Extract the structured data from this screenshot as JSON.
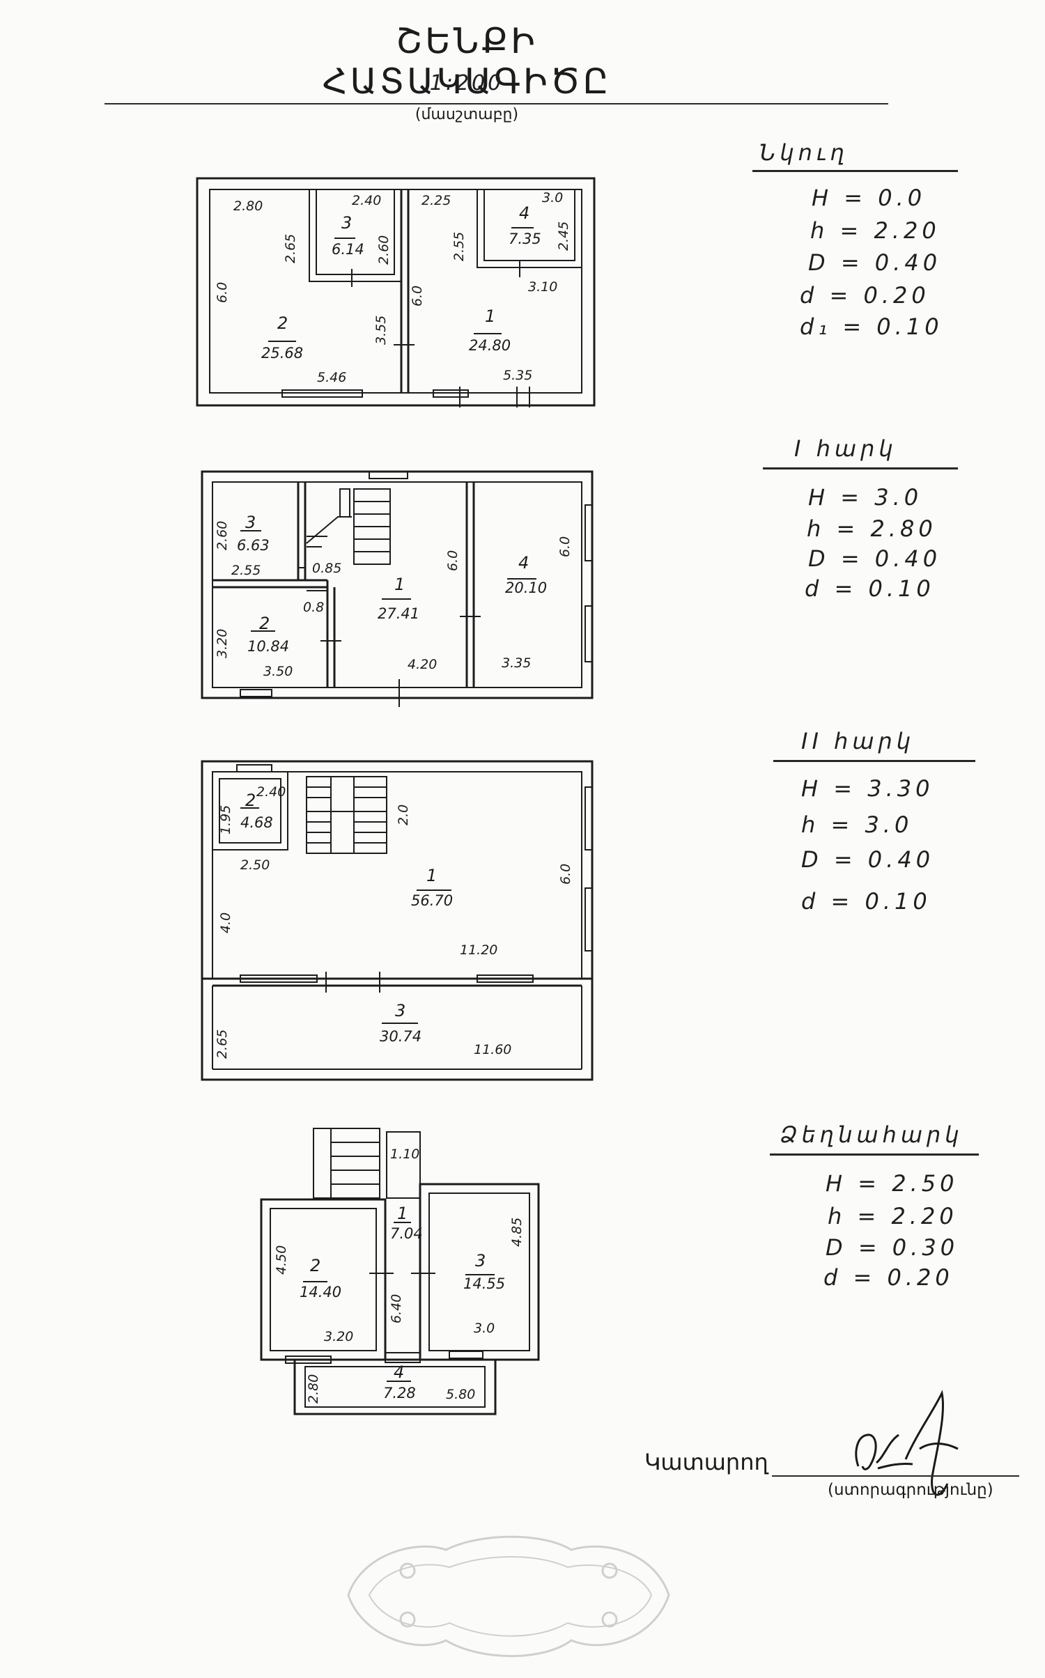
{
  "header": {
    "title": "ՇԵՆՔԻ ՀԱՏԱԿԱԳԻԾԸ",
    "scale": "1:200",
    "scale_caption": "(մասշտաբը)"
  },
  "floors": {
    "basement": {
      "name": "Նկուղ",
      "params": {
        "H": "H = 0.0",
        "h": "h = 2.20",
        "D": "D = 0.40",
        "d": "d = 0.20",
        "d1": "d₁ = 0.10"
      },
      "rooms": [
        {
          "num": "1",
          "area": "24.80"
        },
        {
          "num": "2",
          "area": "25.68"
        },
        {
          "num": "3",
          "area": "6.14"
        },
        {
          "num": "4",
          "area": "7.35"
        }
      ],
      "dims": [
        "2.80",
        "2.40",
        "2.25",
        "3.0",
        "2.65",
        "2.60",
        "2.55",
        "2.45",
        "6.0",
        "6.0",
        "3.10",
        "3.55",
        "5.46",
        "5.35"
      ]
    },
    "first": {
      "name": "I հարկ",
      "params": {
        "H": "H = 3.0",
        "h": "h = 2.80",
        "D": "D = 0.40",
        "d": "d = 0.10"
      },
      "rooms": [
        {
          "num": "1",
          "area": "27.41"
        },
        {
          "num": "2",
          "area": "10.84"
        },
        {
          "num": "3",
          "area": "6.63"
        },
        {
          "num": "4",
          "area": "20.10"
        }
      ],
      "dims": [
        "2.60",
        "2.55",
        "0.85",
        "0.8",
        "3.20",
        "3.50",
        "4.20",
        "6.0",
        "6.0",
        "3.35"
      ]
    },
    "second": {
      "name": "II հարկ",
      "params": {
        "H": "H = 3.30",
        "h": "h = 3.0",
        "D": "D = 0.40",
        "d": "d = 0.10"
      },
      "rooms": [
        {
          "num": "1",
          "area": "56.70"
        },
        {
          "num": "2",
          "area": "4.68"
        },
        {
          "num": "3",
          "area": "30.74"
        }
      ],
      "dims": [
        "2.40",
        "1.95",
        "2.50",
        "2.0",
        "6.0",
        "4.0",
        "11.20",
        "2.65",
        "11.60"
      ]
    },
    "attic": {
      "name": "Ձեղնահարկ",
      "params": {
        "H": "H = 2.50",
        "h": "h = 2.20",
        "D": "D = 0.30",
        "d": "d = 0.20"
      },
      "rooms": [
        {
          "num": "1",
          "area": "7.04"
        },
        {
          "num": "2",
          "area": "14.40"
        },
        {
          "num": "3",
          "area": "14.55"
        },
        {
          "num": "4",
          "area": "7.28"
        }
      ],
      "dims": [
        "1.10",
        "4.50",
        "4.85",
        "6.40",
        "3.20",
        "3.0",
        "2.80",
        "5.80"
      ]
    }
  },
  "footer": {
    "author_label": "Կատարող",
    "signature_caption": "(ստորագրությունը)"
  }
}
